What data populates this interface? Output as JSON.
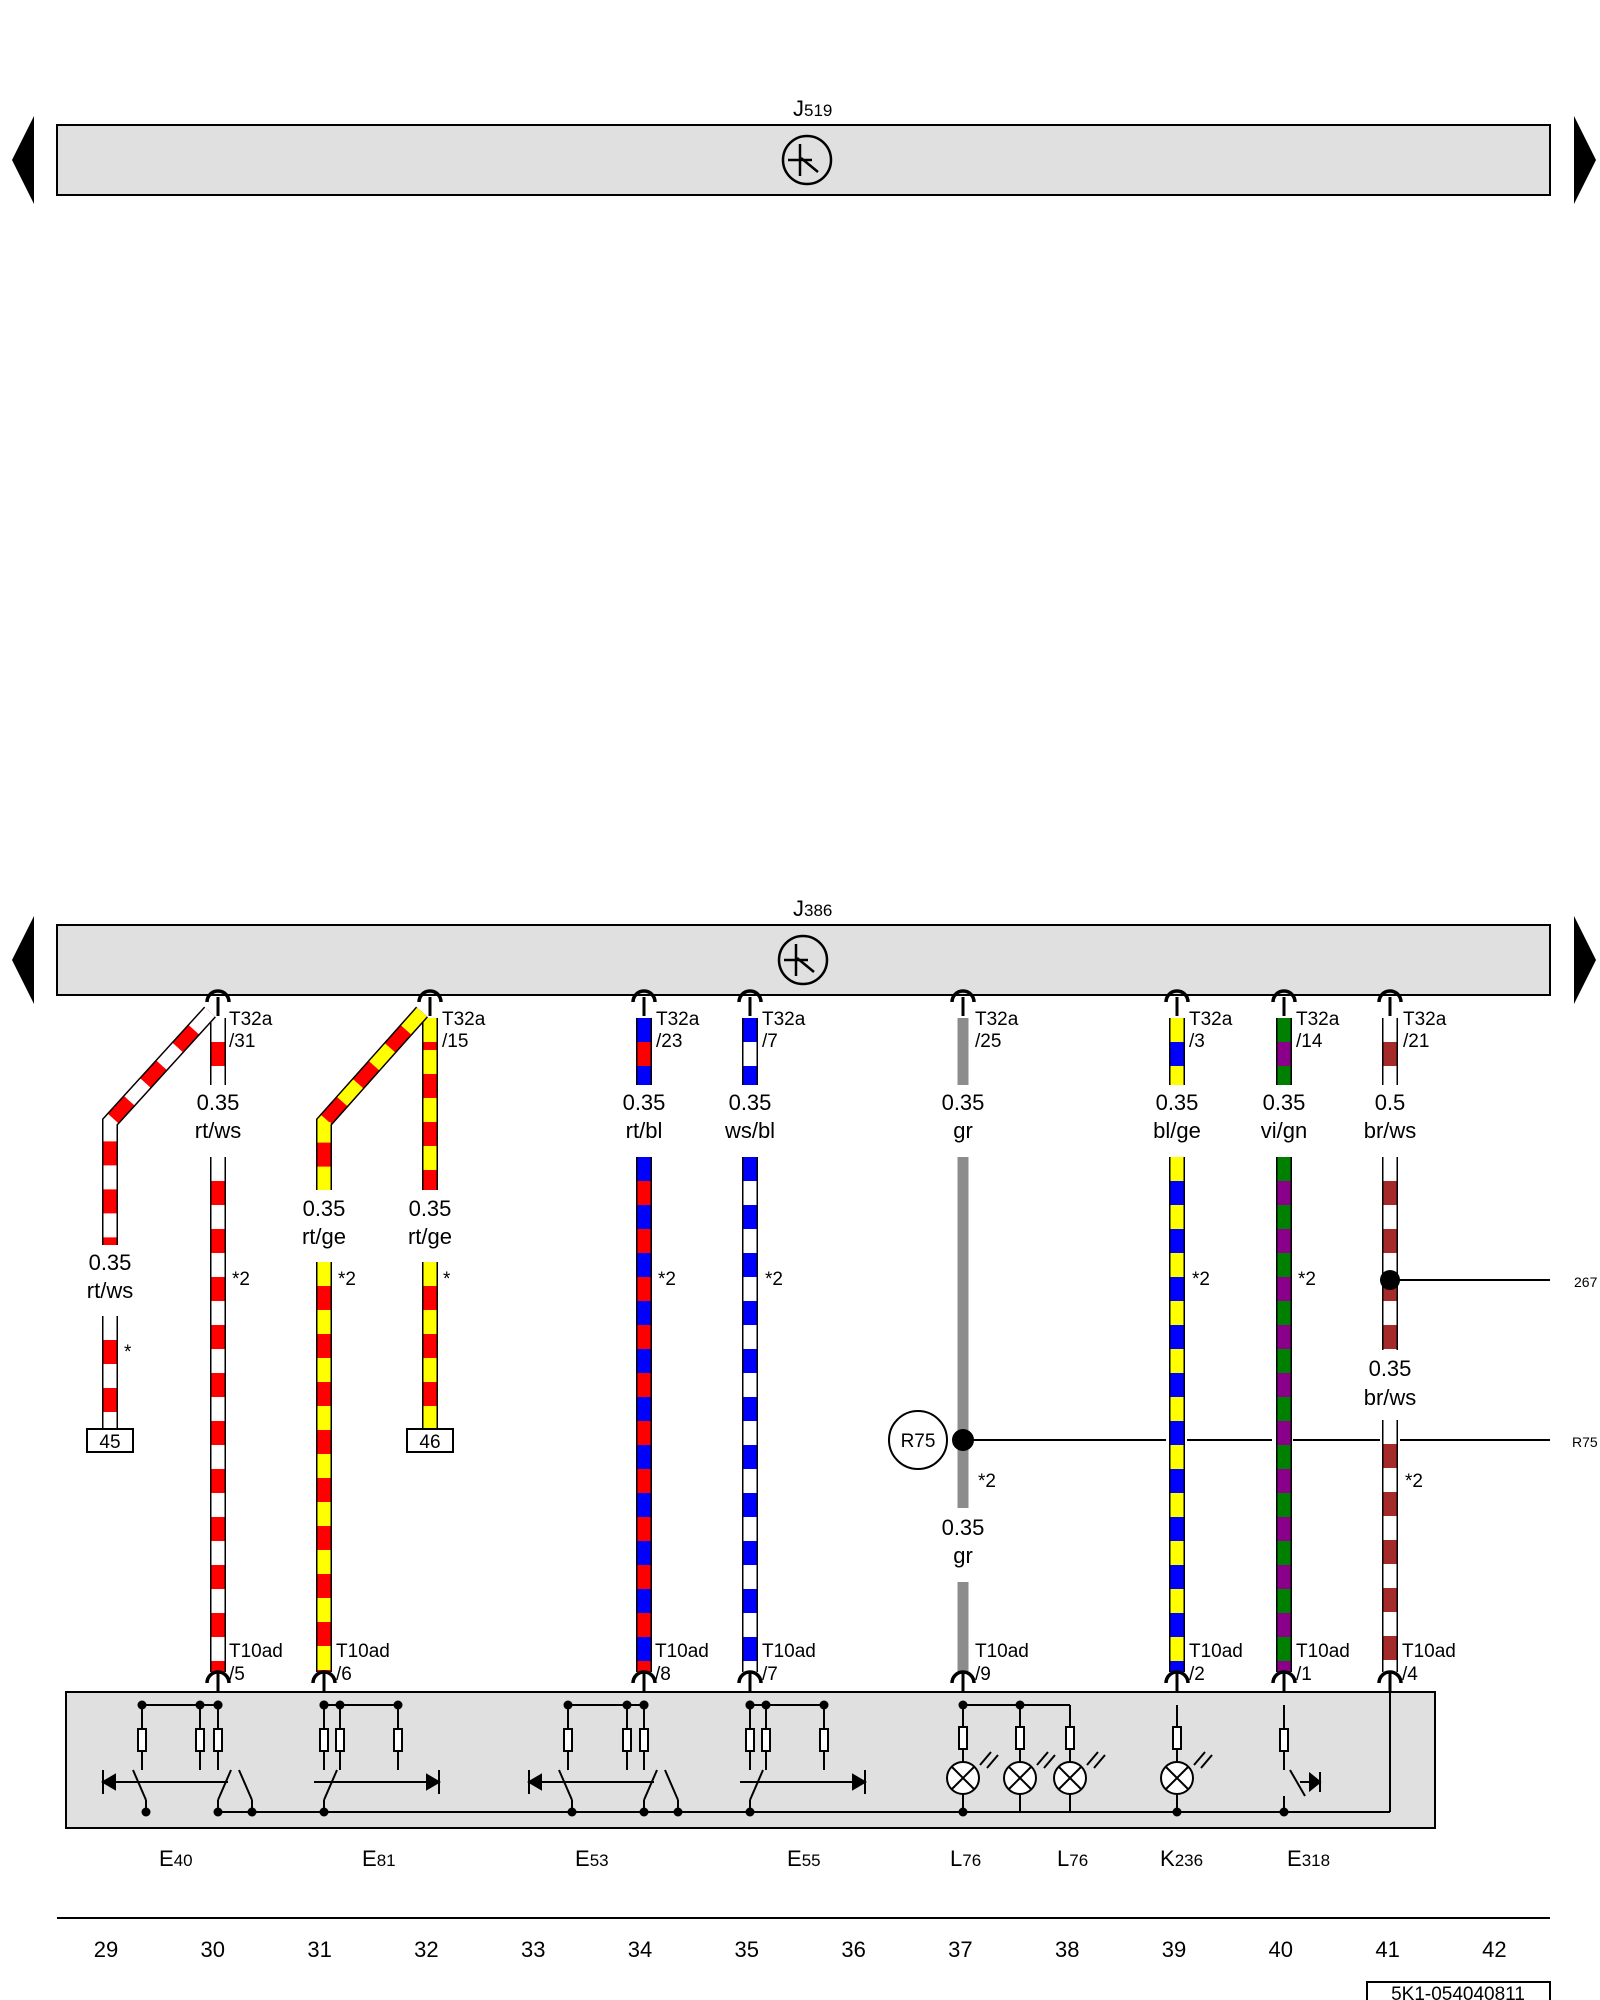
{
  "colors": {
    "rt": "#ff0000",
    "ws": "#ffffff",
    "ge": "#ffff00",
    "bl": "#0000ff",
    "gr": "#8c8c8c",
    "vi": "#8b008b",
    "gn": "#008000",
    "br": "#a52a2a",
    "module_fill": "#e0e0e0"
  },
  "modules": [
    {
      "name": "J",
      "sub": "519"
    },
    {
      "name": "J",
      "sub": "386"
    }
  ],
  "columns": [
    "29",
    "30",
    "31",
    "32",
    "33",
    "34",
    "35",
    "36",
    "37",
    "38",
    "39",
    "40",
    "41",
    "42"
  ],
  "wires": [
    {
      "id": "w30",
      "pin": "T32a",
      "pin_num": "/31",
      "size": "0.35",
      "color": "rt/ws",
      "note": "*2",
      "bottom_pin": "T10ad",
      "bottom_num": "/5"
    },
    {
      "id": "w29",
      "size": "0.35",
      "color": "rt/ws",
      "note": "*",
      "ref": "45"
    },
    {
      "id": "w32",
      "pin": "T32a",
      "pin_num": "/15",
      "size": "0.35",
      "color": "rt/ge",
      "note": "*",
      "ref": "46"
    },
    {
      "id": "w31",
      "size": "0.35",
      "color": "rt/ge",
      "note": "*2",
      "bottom_pin": "T10ad",
      "bottom_num": "/6"
    },
    {
      "id": "w34",
      "pin": "T32a",
      "pin_num": "/23",
      "size": "0.35",
      "color": "rt/bl",
      "note": "*2",
      "bottom_pin": "T10ad",
      "bottom_num": "/8"
    },
    {
      "id": "w35",
      "pin": "T32a",
      "pin_num": "/7",
      "size": "0.35",
      "color": "ws/bl",
      "note": "*2",
      "bottom_pin": "T10ad",
      "bottom_num": "/7"
    },
    {
      "id": "w37",
      "pin": "T32a",
      "pin_num": "/25",
      "size": "0.35",
      "color": "gr",
      "size2": "0.35",
      "color2": "gr",
      "note": "*2",
      "bottom_pin": "T10ad",
      "bottom_num": "/9"
    },
    {
      "id": "w39",
      "pin": "T32a",
      "pin_num": "/3",
      "size": "0.35",
      "color": "bl/ge",
      "note": "*2",
      "bottom_pin": "T10ad",
      "bottom_num": "/2"
    },
    {
      "id": "w40",
      "pin": "T32a",
      "pin_num": "/14",
      "size": "0.35",
      "color": "vi/gn",
      "note": "*2",
      "bottom_pin": "T10ad",
      "bottom_num": "/1"
    },
    {
      "id": "w41",
      "pin": "T32a",
      "pin_num": "/21",
      "size": "0.5",
      "color": "br/ws",
      "size2": "0.35",
      "color2": "br/ws",
      "note": "*2",
      "bottom_pin": "T10ad",
      "bottom_num": "/4"
    }
  ],
  "junction": {
    "label": "R75"
  },
  "right_refs": {
    "ref267": "267",
    "refR75": "R75"
  },
  "components": [
    {
      "name": "E",
      "sub": "40"
    },
    {
      "name": "E",
      "sub": "81"
    },
    {
      "name": "E",
      "sub": "53"
    },
    {
      "name": "E",
      "sub": "55"
    },
    {
      "name": "L",
      "sub": "76"
    },
    {
      "name": "L",
      "sub": "76"
    },
    {
      "name": "K",
      "sub": "236"
    },
    {
      "name": "E",
      "sub": "318"
    }
  ],
  "doc_id": "5K1-054040811"
}
